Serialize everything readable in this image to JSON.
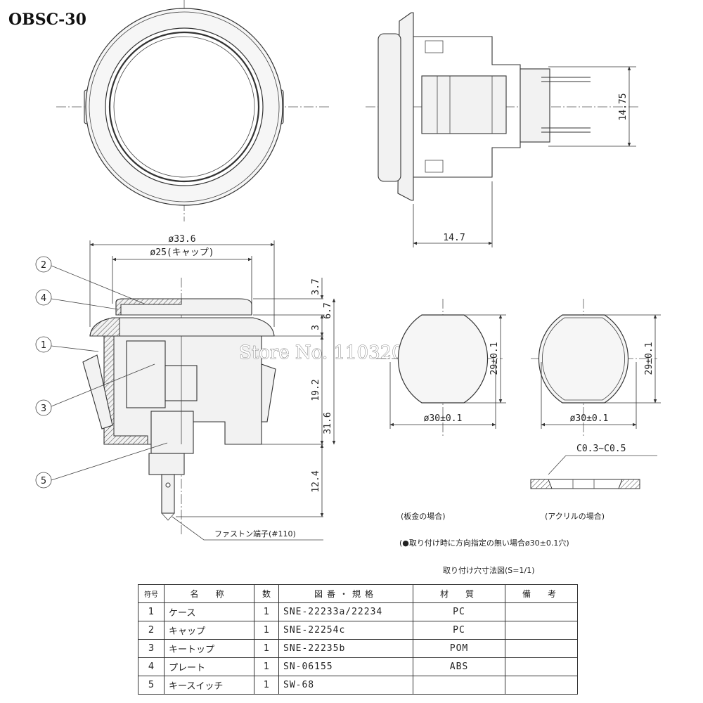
{
  "title": "OBSC-30",
  "watermark": "Store No. 1103208088",
  "top_view": {
    "dim_height": "14.75",
    "dim_depth": "14.7"
  },
  "section_view": {
    "dim_outer": "ø33.6",
    "dim_cap": "ø25(キャップ)",
    "dim_right": [
      "3.7",
      "6.7",
      "3",
      "19.2",
      "31.6",
      "12.4"
    ],
    "callouts": [
      "2",
      "4",
      "1",
      "3",
      "5"
    ],
    "terminal_label": "ファストン端子(#110)"
  },
  "mounting": {
    "hole_height": "29±0.1",
    "hole_diameter": "ø30±0.1",
    "chamfer": "C0.3~C0.5",
    "sheet_metal_caption": "(板金の場合)",
    "acrylic_caption": "(アクリルの場合)",
    "note": "(●取り付け時に方向指定の無い場合ø30±0.1穴)",
    "figure_caption": "取り付け穴寸法図(S=1/1)"
  },
  "parts_table": {
    "headers": {
      "symbol": "符号",
      "name": "名　称",
      "qty": "数",
      "drawing": "図番・規格",
      "material": "材　質",
      "remarks": "備　考"
    },
    "rows": [
      {
        "no": "1",
        "name": "ケース",
        "qty": "1",
        "drawing": "SNE-22233a/22234",
        "material": "PC",
        "remarks": ""
      },
      {
        "no": "2",
        "name": "キャップ",
        "qty": "1",
        "drawing": "SNE-22254c",
        "material": "PC",
        "remarks": ""
      },
      {
        "no": "3",
        "name": "キートップ",
        "qty": "1",
        "drawing": "SNE-22235b",
        "material": "POM",
        "remarks": ""
      },
      {
        "no": "4",
        "name": "プレート",
        "qty": "1",
        "drawing": "SN-06155",
        "material": "ABS",
        "remarks": ""
      },
      {
        "no": "5",
        "name": "キースイッチ",
        "qty": "1",
        "drawing": "SW-68",
        "material": "",
        "remarks": ""
      }
    ]
  }
}
